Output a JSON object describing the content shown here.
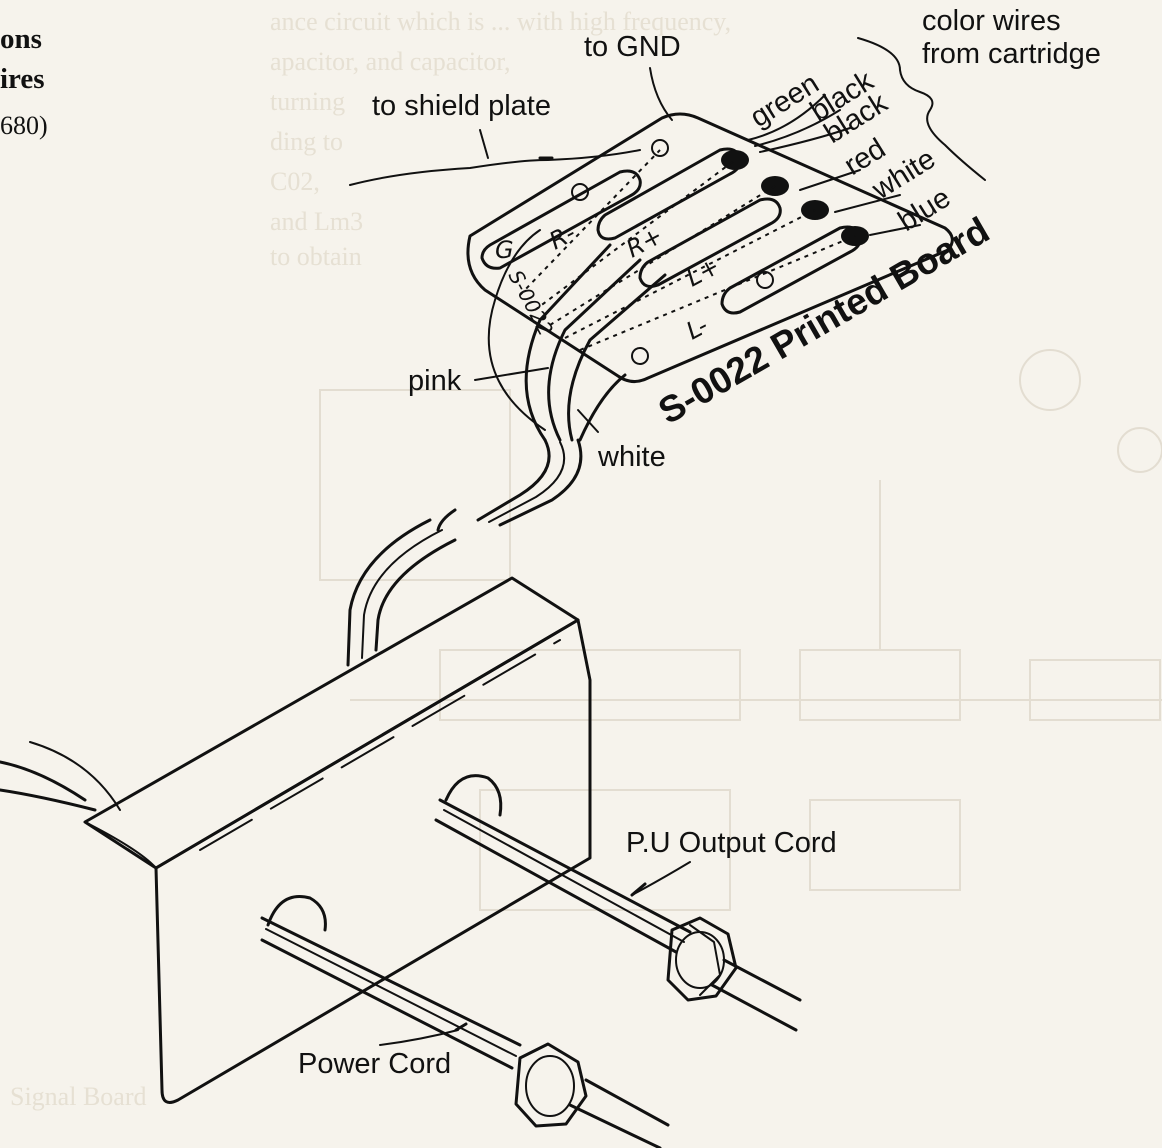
{
  "edge_text": {
    "line1": "ons",
    "line2": "ires",
    "line3": "680)"
  },
  "labels": {
    "to_gnd": "to GND",
    "color_wires": "color wires",
    "from_cartridge": "from cartridge",
    "to_shield_plate": "to shield plate",
    "pink": "pink",
    "white_lower": "white",
    "pu_output_cord": "P.U Output Cord",
    "power_cord": "Power Cord"
  },
  "wire_colors": [
    "green",
    "black",
    "black",
    "red",
    "white",
    "blue"
  ],
  "board_title": "S-0022 Printed Board",
  "board_markings": {
    "g": "G",
    "r_minus": "R-",
    "r_plus": "R+",
    "l_plus": "L+",
    "l_minus": "L-",
    "part_no": "S-0022"
  },
  "icons": [
    "wire-connector-icon",
    "cord-nut-icon"
  ]
}
